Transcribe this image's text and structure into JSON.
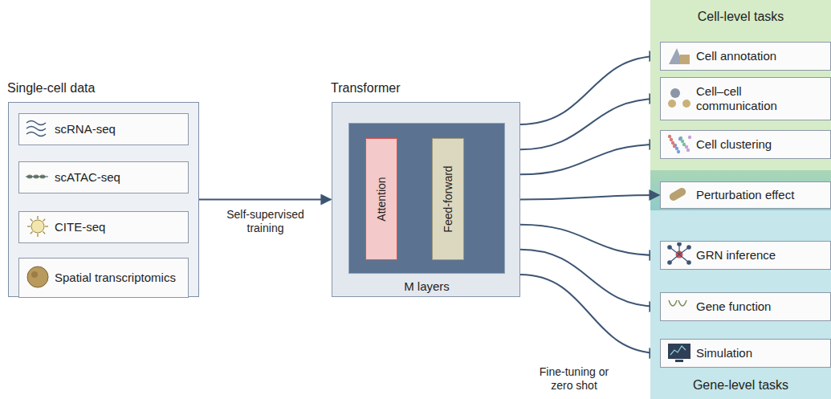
{
  "diagram": {
    "nodes": [
      {
        "text": [
          "Single-cell data"
        ]
      },
      {
        "text": [
          "scRNA-seq"
        ],
        "in": 0
      },
      {
        "text": [
          "scATAC-seq"
        ],
        "in": 0
      },
      {
        "text": [
          "CITE-seq"
        ],
        "in": 0
      },
      {
        "text": [
          "Spatial transcriptomics"
        ],
        "in": 0
      },
      {
        "text": [
          "Transformer"
        ]
      },
      {
        "text": [
          "M layers"
        ],
        "in": 5
      },
      {
        "text": [
          "Attention"
        ],
        "in": 6
      },
      {
        "text": [
          "Feed-forward"
        ],
        "in": 6
      },
      {
        "text": [
          "Cell-level tasks"
        ]
      },
      {
        "text": [
          "Cell annotation"
        ],
        "in": 9
      },
      {
        "text": [
          "Cell–cell communication"
        ],
        "in": 9
      },
      {
        "text": [
          "Cell clustering"
        ],
        "in": 9
      },
      {
        "text": [
          "Perturbation effect"
        ]
      },
      {
        "text": [
          "Gene-level tasks"
        ]
      },
      {
        "text": [
          "GRN inference"
        ],
        "in": 14
      },
      {
        "text": [
          "Gene function"
        ],
        "in": 14
      },
      {
        "text": [
          "Simulation"
        ],
        "in": 14
      }
    ],
    "edges": [
      {
        "from": 0,
        "to": 5,
        "arrow": "to",
        "label": "Self-supervised training"
      },
      {
        "from": 5,
        "to": 10,
        "arrow": "to"
      },
      {
        "from": 5,
        "to": 11,
        "arrow": "to"
      },
      {
        "from": 5,
        "to": 12,
        "arrow": "to"
      },
      {
        "from": 5,
        "to": 13,
        "arrow": "to"
      },
      {
        "from": 5,
        "to": 15,
        "arrow": "to"
      },
      {
        "from": 5,
        "to": 16,
        "arrow": "to"
      },
      {
        "from": 5,
        "to": 17,
        "arrow": "to"
      }
    ],
    "labels": [
      "Fine-tuning or zero shot"
    ]
  }
}
